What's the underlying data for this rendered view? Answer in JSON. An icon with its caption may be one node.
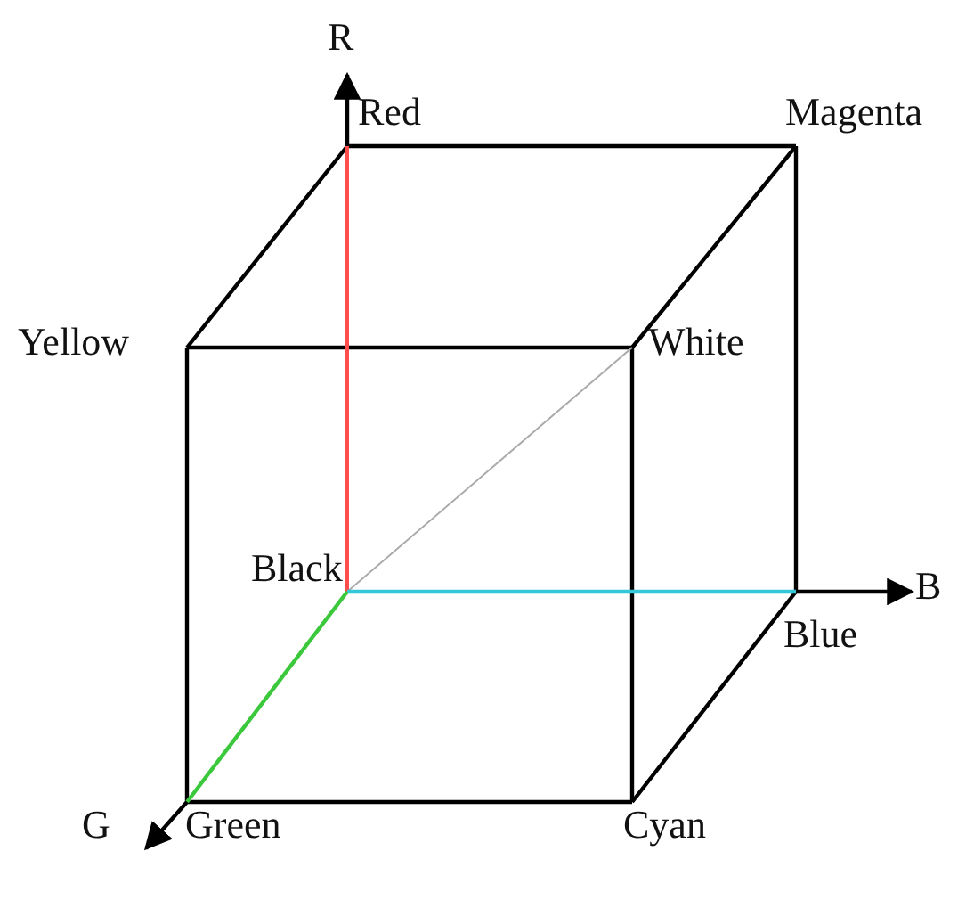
{
  "diagram": {
    "labels": [
      "R",
      "Red",
      "Magenta",
      "Yellow",
      "White",
      "Black",
      "B",
      "Blue",
      "G",
      "Green",
      "Cyan"
    ]
  }
}
